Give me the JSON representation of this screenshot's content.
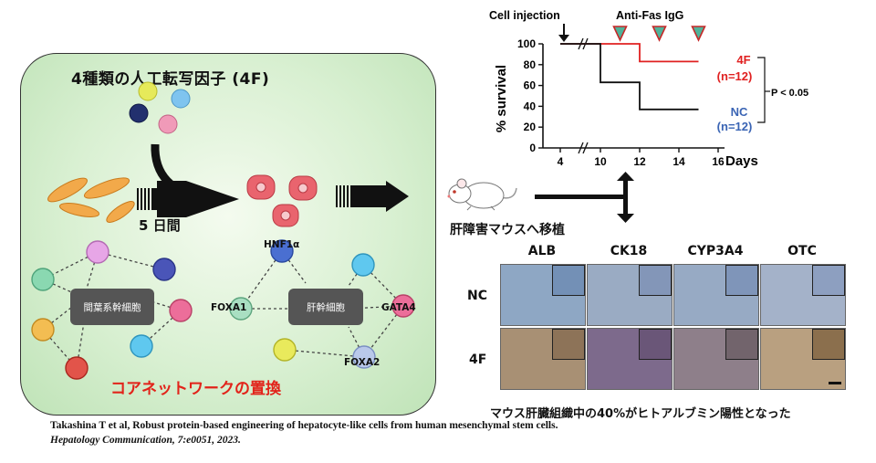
{
  "panel": {
    "title": "4種類の人工転写因子 (4F)",
    "days_label": "5 日間",
    "network_left_label": "間葉系幹細胞",
    "network_right_label": "肝幹細胞",
    "nodes": {
      "hnf1a": "HNF1α",
      "foxa1": "FOXA1",
      "gata4": "GATA4",
      "foxa2": "FOXA2"
    },
    "core_network": "コアネットワークの置換",
    "core_network_color": "#e2231a"
  },
  "mouse_label": "肝障害マウスへ移植",
  "chart_data": {
    "type": "line",
    "title": "",
    "xlabel": "Days",
    "ylabel": "% survival",
    "x_ticks": [
      "4",
      "10",
      "12",
      "14",
      "16"
    ],
    "y_ticks": [
      "0",
      "20",
      "40",
      "60",
      "80",
      "100"
    ],
    "ylim": [
      0,
      100
    ],
    "axis_break": "between 4 and 10",
    "series": [
      {
        "name": "4F",
        "n_label": "(n=12)",
        "color": "#e02020",
        "x": [
          4,
          12,
          12,
          15
        ],
        "y": [
          100,
          100,
          83,
          83
        ]
      },
      {
        "name": "NC",
        "n_label": "(n=12)",
        "color": "#3a64b4",
        "x": [
          4,
          10,
          10,
          12,
          12,
          15
        ],
        "y": [
          100,
          100,
          63,
          63,
          37,
          37
        ]
      }
    ],
    "annotations": {
      "cell_injection": "Cell injection",
      "anti_fas": "Anti-Fas IgG",
      "anti_fas_days": [
        11,
        13,
        15
      ],
      "significance": "P < 0.05"
    }
  },
  "histology": {
    "columns": [
      "ALB",
      "CK18",
      "CYP3A4",
      "OTC"
    ],
    "rows": [
      "NC",
      "4F"
    ],
    "caption": "マウス肝臓組織中の40%がヒトアルブミン陽性となった"
  },
  "citation": {
    "line1": "Takashina T et al, Robust protein-based engineering of hepatocyte-like cells from human mesenchymal stem cells.",
    "line2": "Hepatology Communication, 7:e0051, 2023."
  }
}
